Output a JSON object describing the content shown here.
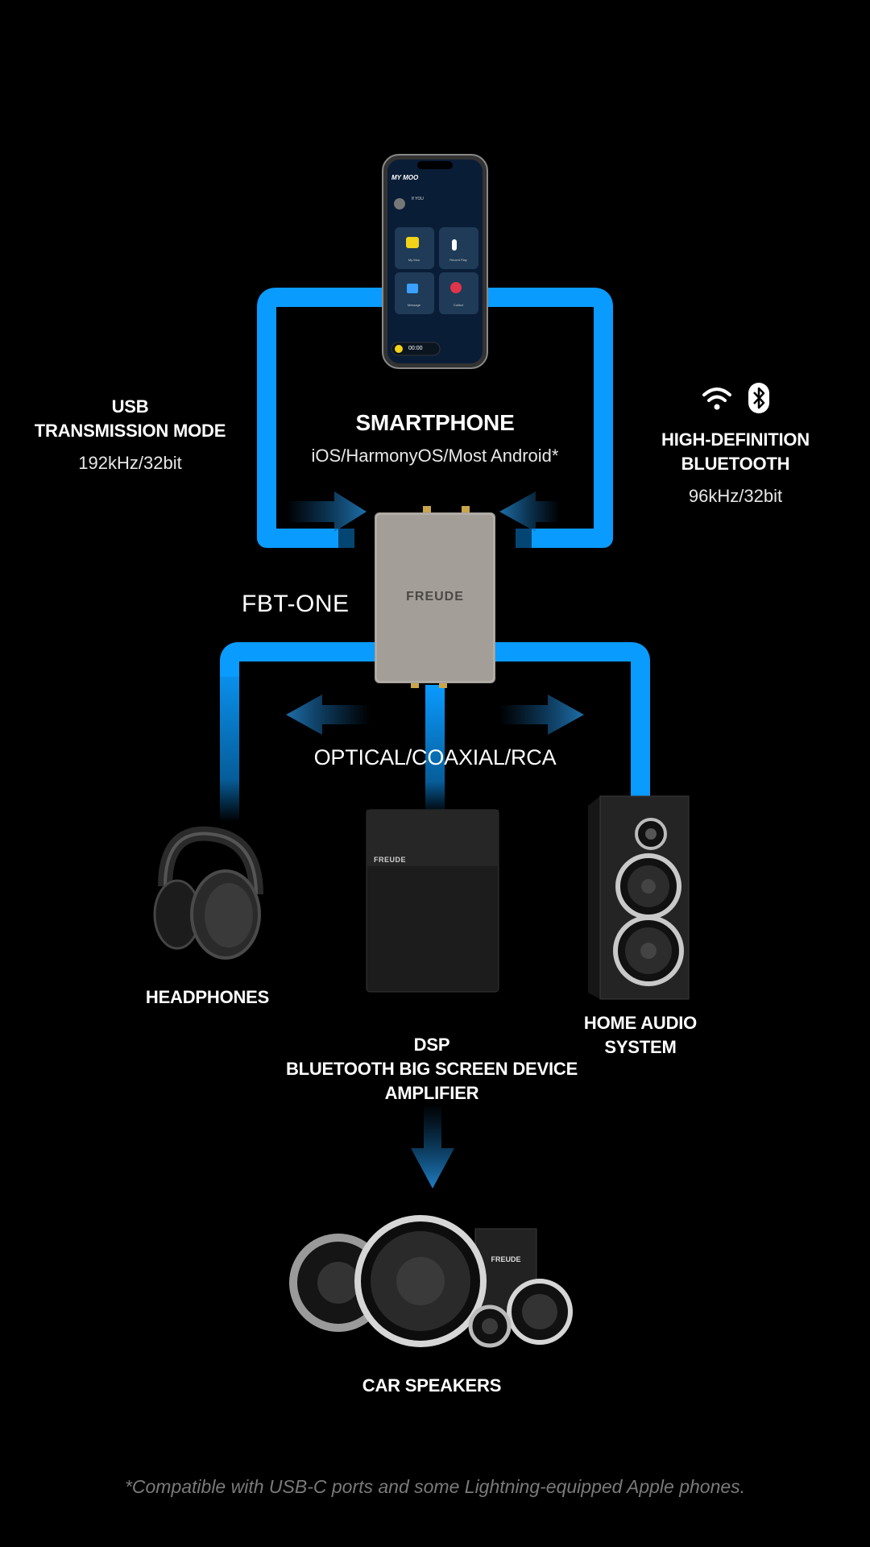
{
  "smartphone": {
    "title": "SMARTPHONE",
    "subtitle": "iOS/HarmonyOS/Most Android*",
    "screen": {
      "app_name": "MY MOO",
      "user_name": "If YOU",
      "tiles": [
        "My Moo",
        "Recent Play",
        "Message",
        "Collect"
      ],
      "player_time": "00:00"
    }
  },
  "usb": {
    "title_line1": "USB",
    "title_line2": "TRANSMISSION MODE",
    "spec": "192kHz/32bit"
  },
  "bluetooth": {
    "title_line1": "HIGH-DEFINITION",
    "title_line2": "BLUETOOTH",
    "spec": "96kHz/32bit",
    "icons": [
      "wifi-icon",
      "bluetooth-icon"
    ]
  },
  "device": {
    "name": "FBT-ONE",
    "brand": "FREUDE"
  },
  "outputs_label": "OPTICAL/COAXIAL/RCA",
  "headphones": {
    "label": "HEADPHONES"
  },
  "home_audio": {
    "line1": "HOME AUDIO",
    "line2": "SYSTEM"
  },
  "dsp": {
    "line1": "DSP",
    "line2": "BLUETOOTH BIG SCREEN DEVICE",
    "line3": "AMPLIFIER",
    "brand": "FREUDE"
  },
  "car_speakers": {
    "label": "CAR SPEAKERS",
    "brand": "FREUDE"
  },
  "footnote": "*Compatible with USB-C ports and some Lightning-equipped Apple phones.",
  "colors": {
    "accent": "#0a9bff",
    "background": "#000000"
  }
}
